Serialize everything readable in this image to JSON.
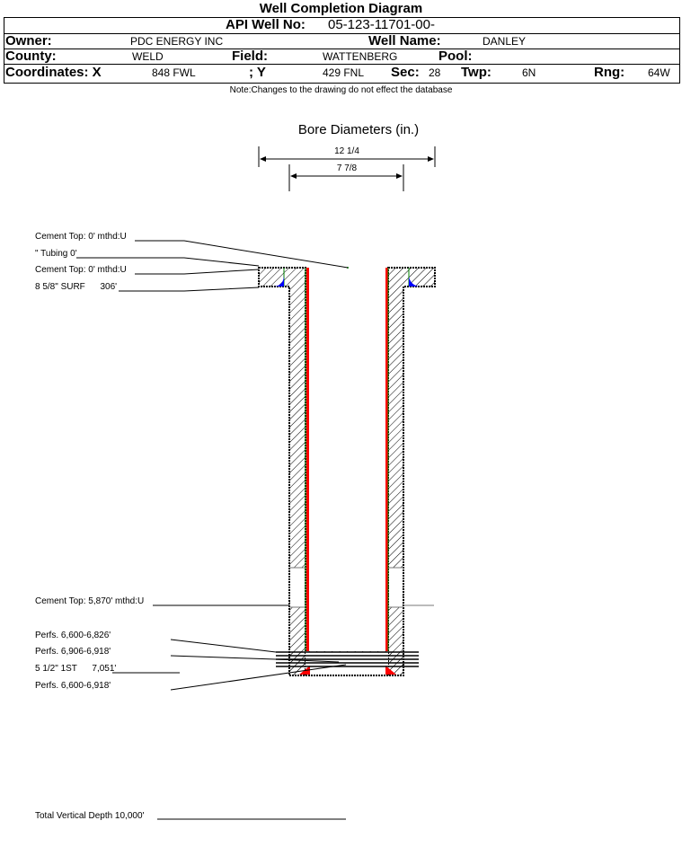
{
  "title": "Well Completion Diagram",
  "header": {
    "api_label": "API Well No:",
    "api_value": "05-123-11701-00-",
    "owner_label": "Owner:",
    "owner_value": "PDC ENERGY INC",
    "well_name_label": "Well Name:",
    "well_name_value": "DANLEY",
    "county_label": "County:",
    "county_value": "WELD",
    "field_label": "Field:",
    "field_value": "WATTENBERG",
    "pool_label": "Pool:",
    "pool_value": "",
    "coord_x_label": "Coordinates: X",
    "coord_x_value": "848 FWL",
    "coord_y_label": "; Y",
    "coord_y_value": "429 FNL",
    "sec_label": "Sec:",
    "sec_value": "28",
    "twp_label": "Twp:",
    "twp_value": "6N",
    "rng_label": "Rng:",
    "rng_value": "64W"
  },
  "note": "Note:Changes to the drawing do not effect the database",
  "diagram": {
    "bore_title": "Bore Diameters (in.)",
    "bore_diameters": [
      "12 1/4",
      "7 7/8"
    ],
    "labels": [
      "Cement Top: 0' mthd:U",
      "\" Tubing 0'",
      "Cement Top: 0' mthd:U",
      "8 5/8\" SURF      306'",
      "Cement Top: 5,870' mthd:U",
      "Perfs. 6,600-6,826'",
      "Perfs. 6,906-6,918'",
      "5 1/2\" 1ST      7,051'",
      "Perfs. 6,600-6,918'",
      "Total Vertical Depth 10,000'"
    ],
    "colors": {
      "casing": "#ff0000",
      "cement_edge": "#008000",
      "cement_fill": "#0000ff"
    }
  }
}
